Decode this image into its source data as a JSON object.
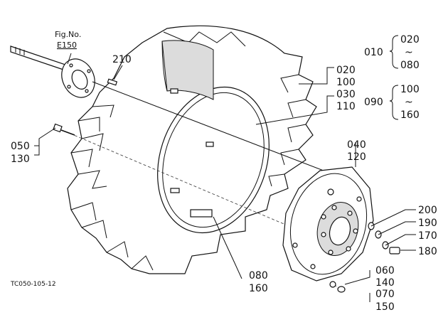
{
  "figure_ref": {
    "label": "Fig.No.",
    "value": "E150"
  },
  "drawing_code": "TC050-105-12",
  "callouts": {
    "c210": "210",
    "c020": "020",
    "c100": "100",
    "c030": "030",
    "c110": "110",
    "c050": "050",
    "c130": "130",
    "c040": "040",
    "c120": "120",
    "c080": "080",
    "c160": "160",
    "c060": "060",
    "c140": "140",
    "c070": "070",
    "c150": "150",
    "c200": "200",
    "c190": "190",
    "c170": "170",
    "c180": "180"
  },
  "legend": {
    "g1": {
      "key": "010",
      "from": "020",
      "tilde": "~",
      "to": "080"
    },
    "g2": {
      "key": "090",
      "from": "100",
      "tilde": "~",
      "to": "160"
    }
  }
}
